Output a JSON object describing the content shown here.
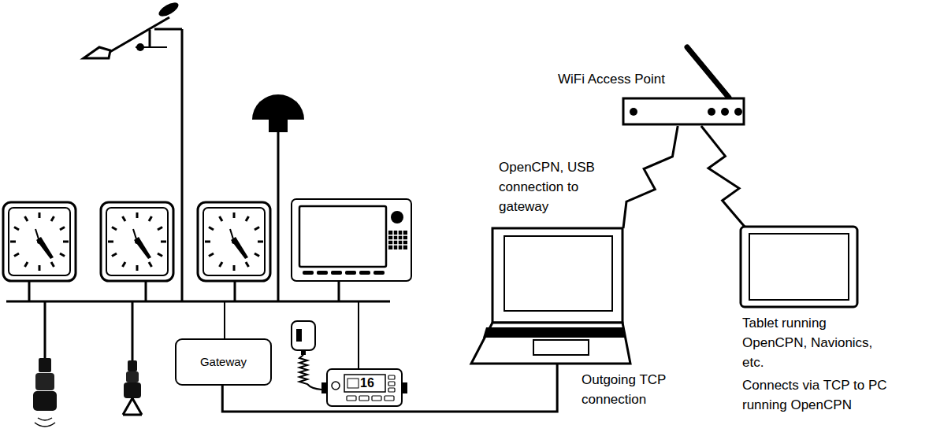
{
  "diagram": {
    "nodes": [
      {
        "text": [
          "WiFi Access Point"
        ]
      },
      {
        "text": [
          "OpenCPN, USB connection to gateway",
          "Outgoing TCP connection"
        ]
      },
      {
        "text": [
          "Tablet running OpenCPN, Navionics, etc.",
          "Connects via TCP to PC running OpenCPN"
        ]
      },
      {
        "text": [
          "Gateway"
        ]
      }
    ],
    "edges": [
      {
        "from": 3,
        "to": 1,
        "arrow": "none"
      },
      {
        "from": 0,
        "to": 1,
        "arrow": "none"
      },
      {
        "from": 0,
        "to": 2,
        "arrow": "none"
      }
    ],
    "labels": [
      "16"
    ]
  }
}
